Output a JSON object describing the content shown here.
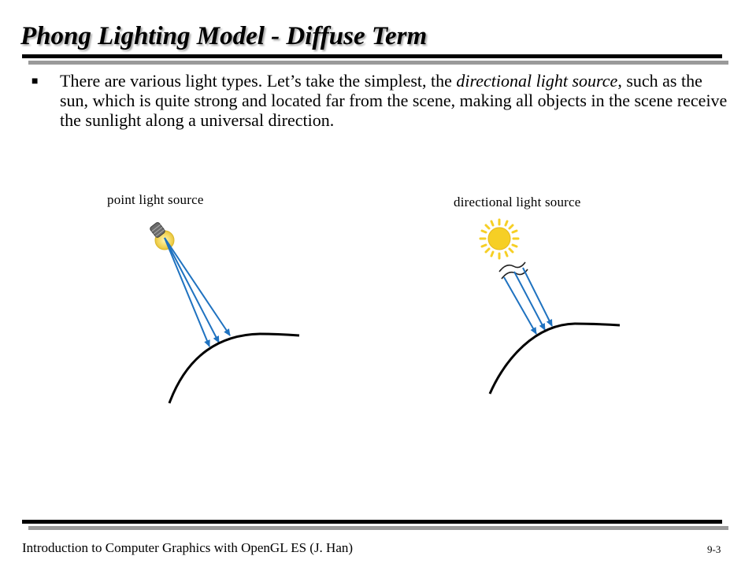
{
  "slide": {
    "title": "Phong Lighting Model - Diffuse Term",
    "bullet": {
      "part1": "There are various light types. Let’s take the simplest, the ",
      "emphasis": "directional light source",
      "part2": ", such as the sun, which is quite strong and located far from the scene, making all objects in the scene receive the sunlight along a universal direction."
    },
    "figure": {
      "left_label": "point light source",
      "right_label": "directional light source",
      "left_icon": "light-bulb-icon",
      "right_icon": "sun-icon"
    },
    "footer": {
      "course": "Introduction to Computer Graphics with OpenGL ES (J. Han)",
      "page": "9-3"
    }
  },
  "colors": {
    "ray": "#1f72c0",
    "sun": "#f6cf25",
    "bulb_glow": "#f2d55a",
    "shadow_rule": "#9a9a9a"
  }
}
